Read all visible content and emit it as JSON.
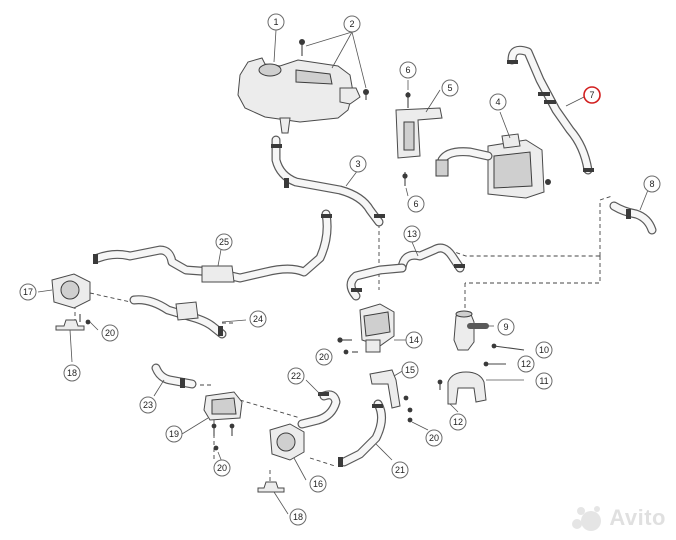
{
  "diagram": {
    "callouts": [
      {
        "id": "c1",
        "label": "1",
        "highlight": false
      },
      {
        "id": "c2",
        "label": "2",
        "highlight": false
      },
      {
        "id": "c3",
        "label": "3",
        "highlight": false
      },
      {
        "id": "c4",
        "label": "4",
        "highlight": false
      },
      {
        "id": "c5",
        "label": "5",
        "highlight": false
      },
      {
        "id": "c6a",
        "label": "6",
        "highlight": false
      },
      {
        "id": "c6b",
        "label": "6",
        "highlight": false
      },
      {
        "id": "c7",
        "label": "7",
        "highlight": true
      },
      {
        "id": "c8",
        "label": "8",
        "highlight": false
      },
      {
        "id": "c9",
        "label": "9",
        "highlight": false
      },
      {
        "id": "c10",
        "label": "10",
        "highlight": false
      },
      {
        "id": "c11",
        "label": "11",
        "highlight": false
      },
      {
        "id": "c12a",
        "label": "12",
        "highlight": false
      },
      {
        "id": "c12b",
        "label": "12",
        "highlight": false
      },
      {
        "id": "c13",
        "label": "13",
        "highlight": false
      },
      {
        "id": "c14",
        "label": "14",
        "highlight": false
      },
      {
        "id": "c15",
        "label": "15",
        "highlight": false
      },
      {
        "id": "c16",
        "label": "16",
        "highlight": false
      },
      {
        "id": "c17",
        "label": "17",
        "highlight": false
      },
      {
        "id": "c18a",
        "label": "18",
        "highlight": false
      },
      {
        "id": "c18b",
        "label": "18",
        "highlight": false
      },
      {
        "id": "c19",
        "label": "19",
        "highlight": false
      },
      {
        "id": "c20a",
        "label": "20",
        "highlight": false
      },
      {
        "id": "c20b",
        "label": "20",
        "highlight": false
      },
      {
        "id": "c20c",
        "label": "20",
        "highlight": false
      },
      {
        "id": "c20d",
        "label": "20",
        "highlight": false
      },
      {
        "id": "c21",
        "label": "21",
        "highlight": false
      },
      {
        "id": "c22",
        "label": "22",
        "highlight": false
      },
      {
        "id": "c23",
        "label": "23",
        "highlight": false
      },
      {
        "id": "c24",
        "label": "24",
        "highlight": false
      },
      {
        "id": "c25",
        "label": "25",
        "highlight": false
      }
    ],
    "highlight_color": "#d21f1f"
  },
  "watermark": {
    "text": "Avito",
    "icon": "avito-logo-icon"
  }
}
